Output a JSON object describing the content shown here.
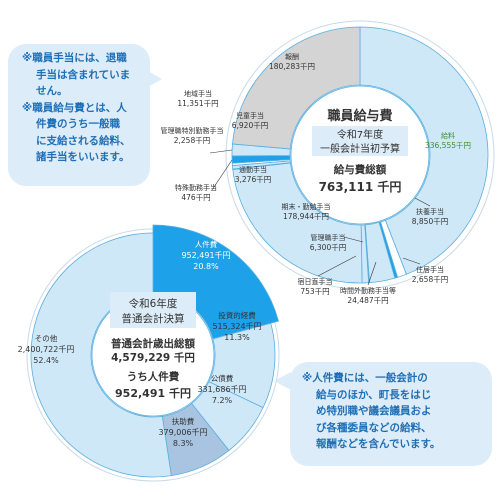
{
  "colors": {
    "accent_blue": "#1da1e8",
    "light_blue": "#cfe8f8",
    "gray": "#d4d4d4",
    "salary_green_text": "#3b8e2e",
    "note_bg": "#dcecf8",
    "note_text": "#1f6fb7"
  },
  "notes": {
    "top_left": {
      "items": [
        [
          "※職員手当には、退職",
          "手当は含まれていま",
          "せん。"
        ],
        [
          "※職員給与費とは、人",
          "件費のうち一般職",
          "に支給される給料、",
          "諸手当をいいます。"
        ]
      ]
    },
    "bottom_right": {
      "lines": [
        "※人件費には、一般会計の",
        "給与のほか、町長をはじ",
        "め特別職や議会議員およ",
        "び各種委員などの給料、",
        "報酬などを含んでいます。"
      ]
    }
  },
  "chart_data": [
    {
      "type": "pie",
      "style": "donut",
      "title": "職員給与費",
      "subtitle": [
        "令和7年度",
        "一般会計当初予算"
      ],
      "total_label": "給与費総額",
      "total_value": "763,111 千円",
      "slices": [
        {
          "name": "給料",
          "value_text": "336,555千円",
          "value": 336555,
          "color": "#cfe8f8",
          "label_color": "#3b8e2e"
        },
        {
          "name": "扶養手当",
          "value_text": "8,850千円",
          "value": 8850,
          "color": "#ffffff"
        },
        {
          "name": "住居手当",
          "value_text": "2,658千円",
          "value": 2658,
          "color": "#1da1e8"
        },
        {
          "name": "時間外勤務手当等",
          "value_text": "24,487千円",
          "value": 24487,
          "color": "#cfe8f8"
        },
        {
          "name": "宿日直手当",
          "value_text": "753千円",
          "value": 753,
          "color": "#1da1e8"
        },
        {
          "name": "管理職手当",
          "value_text": "6,300千円",
          "value": 6300,
          "color": "#cfe8f8"
        },
        {
          "name": "期末・勤勉手当",
          "value_text": "178,944千円",
          "value": 178944,
          "color": "#cfe8f8"
        },
        {
          "name": "特殊勤務手当",
          "value_text": "476千円",
          "value": 476,
          "color": "#ffffff"
        },
        {
          "name": "通勤手当",
          "value_text": "3,276千円",
          "value": 3276,
          "color": "#cfe8f8"
        },
        {
          "name": "管理職特別勤務手当",
          "value_text": "2,258千円",
          "value": 2258,
          "color": "#ffffff"
        },
        {
          "name": "児童手当",
          "value_text": "6,920千円",
          "value": 6920,
          "color": "#1da1e8"
        },
        {
          "name": "地域手当",
          "value_text": "11,351千円",
          "value": 11351,
          "color": "#cfe8f8"
        },
        {
          "name": "報酬",
          "value_text": "180,283千円",
          "value": 180283,
          "color": "#d4d4d4"
        }
      ]
    },
    {
      "type": "pie",
      "style": "donut",
      "title": "",
      "subtitle": [
        "令和6年度",
        "普通会計決算"
      ],
      "total_label": "普通会計歳出総額",
      "total_value": "4,579,229 千円",
      "sub_label": "うち人件費",
      "sub_value": "952,491 千円",
      "slices": [
        {
          "name": "人件費",
          "value_text": "952,491千円",
          "percent_text": "20.8%",
          "value": 20.8,
          "color": "#1da1e8",
          "label_color": "#ffffff"
        },
        {
          "name": "投資的経費",
          "value_text": "515,324千円",
          "percent_text": "11.3%",
          "value": 11.3,
          "color": "#cfe8f8"
        },
        {
          "name": "公債費",
          "value_text": "331,686千円",
          "percent_text": "7.2%",
          "value": 7.2,
          "color": "#cfe8f8"
        },
        {
          "name": "扶助費",
          "value_text": "379,006千円",
          "percent_text": "8.3%",
          "value": 8.3,
          "color": "#a9c4e0"
        },
        {
          "name": "その他",
          "value_text": "2,400,722千円",
          "percent_text": "52.4%",
          "value": 52.4,
          "color": "#cfe8f8"
        }
      ]
    }
  ]
}
